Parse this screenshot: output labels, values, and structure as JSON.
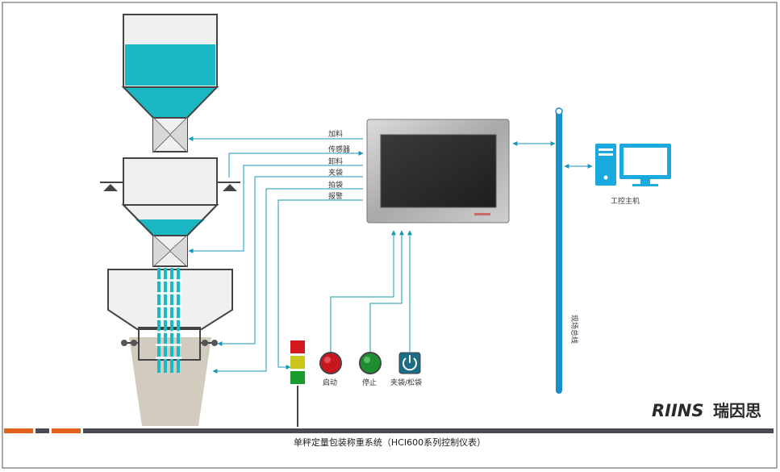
{
  "labels": {
    "feed": "加料",
    "sensor": "传感器",
    "discharge": "卸料",
    "clamp": "夹袋",
    "pat": "拍袋",
    "alarm": "报警"
  },
  "buttons": {
    "start": "启动",
    "stop": "停止",
    "clamp_release": "夹袋/松袋"
  },
  "host_label": "工控主机",
  "bus_label": "现场总线",
  "brand": {
    "logo_text": "RIINS",
    "name": "瑞因思"
  },
  "caption": "单秤定量包装称重系统（HCI600系列控制仪表）",
  "colors": {
    "accent": "#1597b8",
    "material": "#1bb8c4",
    "bus": "#1a8fc9",
    "computer": "#1aa9df",
    "bag": "#d1ccbd",
    "footer_orange": "#e4601d",
    "footer_gray": "#4a4a55",
    "light_red": "#d3181e",
    "light_yellow": "#c9c51b",
    "light_green": "#1a9b2d",
    "hmi_bezel": "#b8b8b8",
    "hmi_screen": "#2b2b2b"
  }
}
